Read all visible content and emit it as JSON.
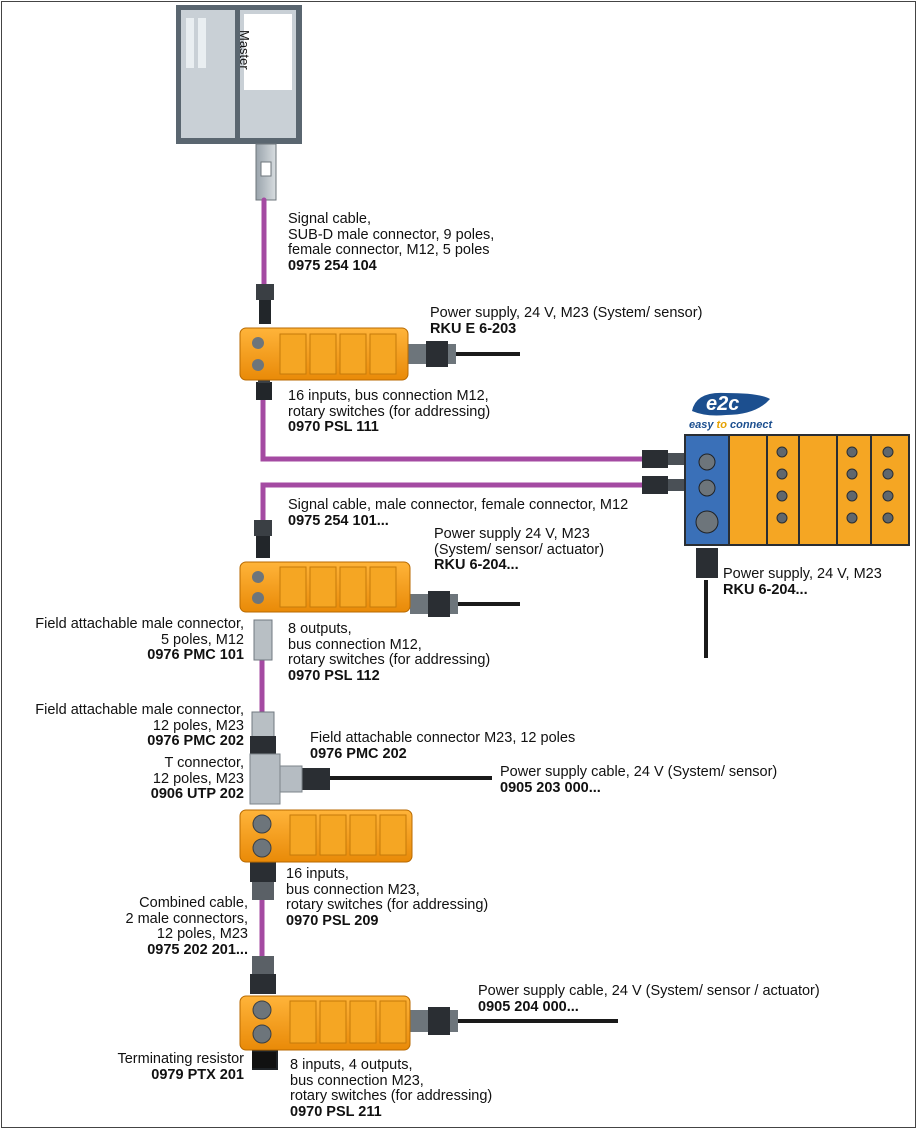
{
  "master": {
    "label": "Master"
  },
  "e2c": {
    "word1": "easy",
    "word2": "to",
    "word3": "connect"
  },
  "labels": {
    "signal_cable_subd": {
      "lines": [
        "Signal cable,",
        "SUB-D male connector, 9 poles,",
        "female connector, M12, 5 poles"
      ],
      "part": "0975 254 104"
    },
    "power_supply_rku_e": {
      "lines": [
        "Power supply, 24 V, M23 (System/ sensor)"
      ],
      "part": "RKU E 6-203"
    },
    "psl111": {
      "lines": [
        "16 inputs, bus connection M12,",
        "rotary switches (for addressing)"
      ],
      "part": "0970 PSL 111"
    },
    "signal_cable_m12": {
      "lines": [
        "Signal cable, male connector, female connector, M12"
      ],
      "part": "0975 254 101..."
    },
    "power_supply_rku6_a": {
      "lines": [
        "Power supply 24 V, M23",
        "(System/ sensor/ actuator)"
      ],
      "part": "RKU 6-204..."
    },
    "power_supply_rku6_b": {
      "lines": [
        "Power supply, 24 V, M23"
      ],
      "part": "RKU 6-204..."
    },
    "pmc101": {
      "lines": [
        "Field attachable male connector,",
        "5 poles, M12"
      ],
      "part": "0976 PMC 101"
    },
    "psl112": {
      "lines": [
        "8 outputs,",
        "bus connection M12,",
        "rotary switches (for addressing)"
      ],
      "part": "0970 PSL 112"
    },
    "pmc202_male": {
      "lines": [
        "Field attachable male connector,",
        "12 poles, M23"
      ],
      "part": "0976 PMC 202"
    },
    "pmc202_conn": {
      "lines": [
        "Field attachable connector M23, 12 poles"
      ],
      "part": "0976 PMC 202"
    },
    "t_connector": {
      "lines": [
        "T connector,",
        "12 poles, M23"
      ],
      "part": "0906 UTP 202"
    },
    "power_cable_203": {
      "lines": [
        "Power supply cable, 24 V (System/ sensor)"
      ],
      "part": "0905 203 000..."
    },
    "psl209": {
      "lines": [
        "16 inputs,",
        "bus connection M23,",
        "rotary switches (for addressing)"
      ],
      "part": "0970 PSL 209"
    },
    "combined_cable": {
      "lines": [
        "Combined cable,",
        "2 male connectors,",
        "12 poles, M23"
      ],
      "part": "0975 202 201..."
    },
    "power_cable_204": {
      "lines": [
        "Power supply cable, 24 V (System/ sensor / actuator)"
      ],
      "part": "0905 204 000..."
    },
    "terminating_resistor": {
      "lines": [
        "Terminating resistor"
      ],
      "part": "0979 PTX 201"
    },
    "psl211": {
      "lines": [
        "8 inputs, 4 outputs,",
        "bus connection M23,",
        "rotary switches (for addressing)"
      ],
      "part": "0970 PSL 211"
    }
  }
}
